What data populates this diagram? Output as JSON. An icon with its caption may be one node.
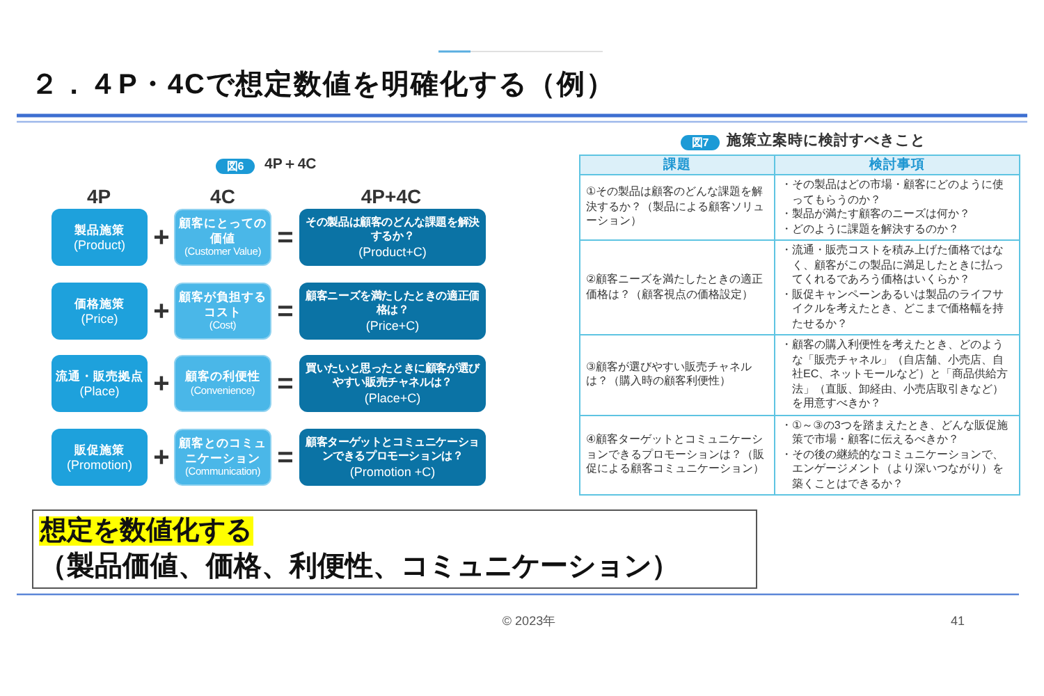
{
  "diagram": {
    "title": "２．４P・4Cで想定数値を明確化する（例）",
    "nodes": [
      {
        "text": [
          "図6"
        ],
        "beside": [
          "4P＋4C"
        ]
      },
      {
        "text": [
          "製品施策",
          "(Product)"
        ]
      },
      {
        "text": [
          "顧客にとっての価値",
          "(Customer Value)"
        ]
      },
      {
        "text": [
          "その製品は顧客のどんな課題を解決するか？",
          "(Product+C)"
        ]
      },
      {
        "text": [
          "価格施策",
          "(Price)"
        ]
      },
      {
        "text": [
          "顧客が負担するコスト",
          "(Cost)"
        ]
      },
      {
        "text": [
          "顧客ニーズを満たしたときの適正価格は？",
          "(Price+C)"
        ]
      },
      {
        "text": [
          "流通・販売拠点",
          "(Place)"
        ]
      },
      {
        "text": [
          "顧客の利便性",
          "(Convenience)"
        ]
      },
      {
        "text": [
          "買いたいと思ったときに顧客が選びやすい販売チャネルは？",
          "(Place+C)"
        ]
      },
      {
        "text": [
          "販促施策",
          "(Promotion)"
        ]
      },
      {
        "text": [
          "顧客とのコミュニケーション",
          "(Communication)"
        ]
      },
      {
        "text": [
          "顧客ターゲットとコミュニケーションできるプロモーションは？",
          "(Promotion +C)"
        ]
      },
      {
        "text": [
          "図7"
        ],
        "beside": [
          "施策立案時に検討すべきこと"
        ]
      },
      {
        "text": [
          "想定を数値化する",
          "（製品価値、価格、利便性、コミュニケーション）"
        ]
      }
    ],
    "labels": [
      "4P",
      "4C",
      "4P+4C",
      "+",
      "=",
      "+",
      "=",
      "+",
      "=",
      "+",
      "=",
      "課題",
      "検討事項",
      "①その製品は顧客のどんな課題を解決するか？（製品による顧客ソリューション）",
      "・その製品はどの市場・顧客にどのように使ってもらうのか？",
      "・製品が満たす顧客のニーズは何か？",
      "・どのように課題を解決するのか？",
      "②顧客ニーズを満たしたときの適正価格は？（顧客視点の価格設定）",
      "・流通・販売コストを積み上げた価格ではなく、顧客がこの製品に満足したときに払ってくれるであろう価格はいくらか？",
      "・販促キャンペーンあるいは製品のライフサイクルを考えたとき、どこまで価格幅を持たせるか？",
      "③顧客が選びやすい販売チャネルは？（購入時の顧客利便性）",
      "・顧客の購入利便性を考えたとき、どのような「販売チャネル」（自店舗、小売店、自社EC、ネットモールなど）と「商品供給方法」（直販、卸経由、小売店取引きなど）を用意すべきか？",
      "④顧客ターゲットとコミュニケーションできるプロモーションは？（販促による顧客コミュニケーション）",
      "・①～③の3つを踏まえたとき、どんな販促施策で市場・顧客に伝えるべきか？",
      "・その後の継続的なコミュニケーションで、エンゲージメント（より深いつながり）を築くことはできるか？",
      "© 2023年",
      "41"
    ]
  }
}
